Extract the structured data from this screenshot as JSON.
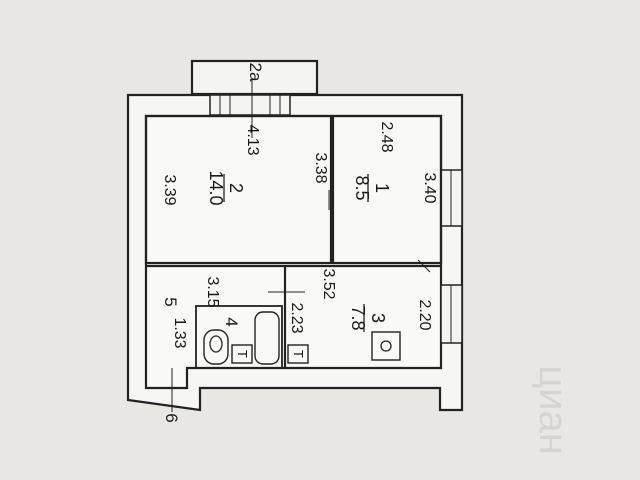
{
  "balcony_label": "2a",
  "rooms": [
    {
      "number": "2",
      "area": "14.0",
      "width": "4.13",
      "length": "3.39",
      "side": "3.38"
    },
    {
      "number": "1",
      "area": "8.5",
      "width": "2.48",
      "length": "3.40"
    },
    {
      "number": "4",
      "width": "3.15",
      "side": "2.23",
      "length": "1.33"
    },
    {
      "number": "3",
      "area": "7.8",
      "width": "3.52",
      "length": "2.20"
    }
  ],
  "corridor_number": "5",
  "entrance_number": "6",
  "fixture_labels": [
    "T",
    "T"
  ],
  "watermark": "циан"
}
